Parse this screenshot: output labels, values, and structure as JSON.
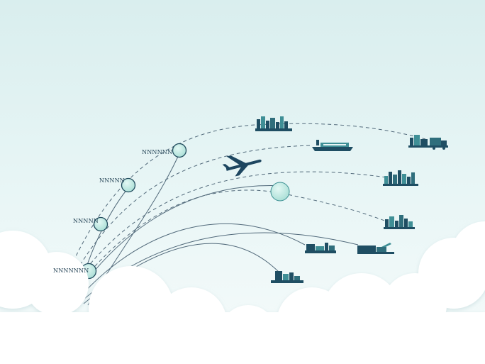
{
  "labels": {
    "row1": "NNNNNN",
    "row2": "NNNNN",
    "row3": "NNNNN",
    "row4": "NNNNNNN"
  },
  "colors": {
    "sky_top": "#dcefef",
    "sky_bottom": "#f4fbfb",
    "route_line": "#51697a",
    "node_fill": "#bfe9e2",
    "node_stroke": "#1f4a5c",
    "airplane": "#1d4660",
    "cloud": "#ffffff",
    "skyline_dark": "#1f4e63",
    "skyline_teal": "#3f8f96"
  },
  "icons": [
    "airplane-icon",
    "city-skyline-icon",
    "ship-icon",
    "truck-icon",
    "factory-icon"
  ]
}
